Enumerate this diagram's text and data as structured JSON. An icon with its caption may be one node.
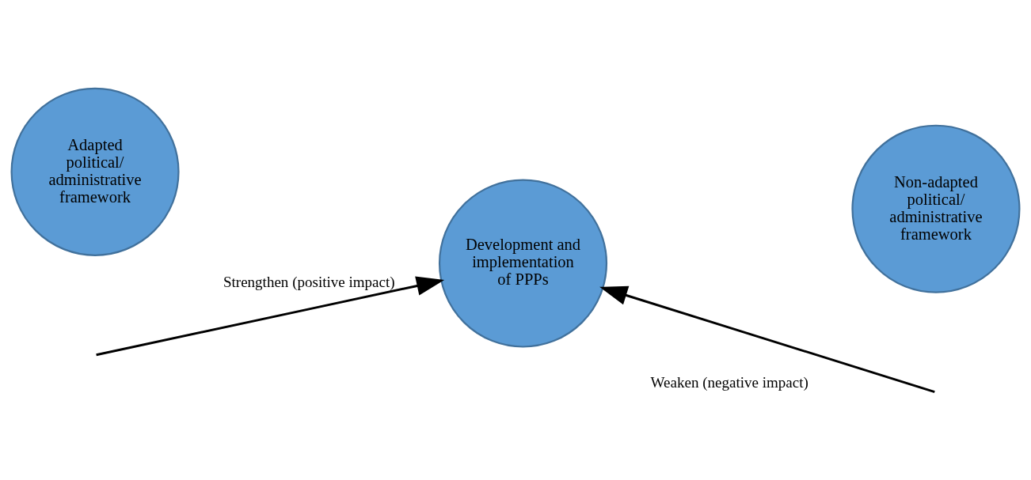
{
  "diagram": {
    "nodes": [
      {
        "text": [
          "Adapted political/ administrative framework"
        ]
      },
      {
        "text": [
          "Non-adapted political/ administrative framework"
        ]
      },
      {
        "text": [
          "Development and implementation of PPPs"
        ]
      }
    ],
    "edges": [
      {
        "from": null,
        "to": 2,
        "arrow": "to",
        "label": "Strengthen (positive impact)"
      },
      {
        "from": null,
        "to": 2,
        "arrow": "to",
        "label": "Weaken (negative impact)"
      }
    ]
  }
}
